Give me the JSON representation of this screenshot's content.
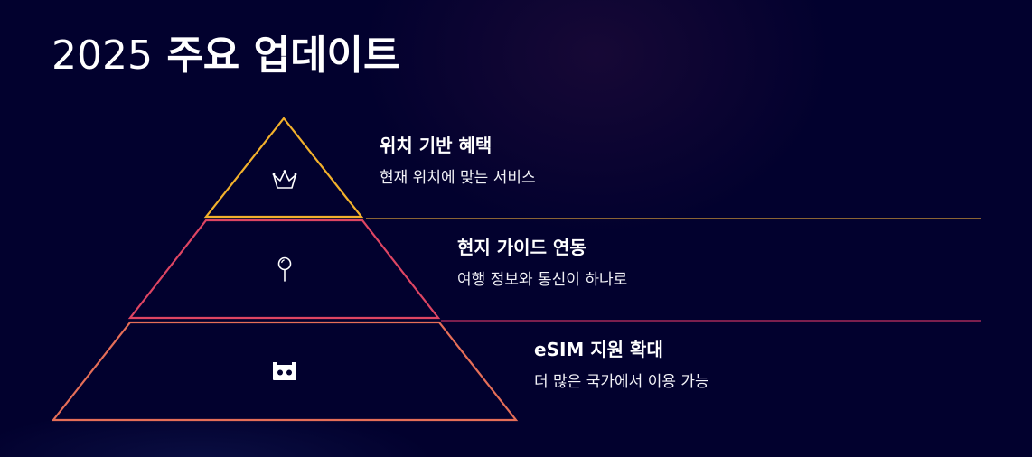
{
  "header": {
    "year": "2025",
    "title_rest": "주요 업데이트"
  },
  "colors": {
    "background": "#02012e",
    "level_1": "#f2b12c",
    "level_2": "#de4563",
    "level_3": "#e56e58",
    "divider_1": "#8a6434",
    "divider_2": "#7b1f4e",
    "text": "#ffffff"
  },
  "pyramid": {
    "levels": [
      {
        "title": "위치 기반 혜택",
        "description": "현재 위치에 맞는 서비스",
        "icon": "crown-icon"
      },
      {
        "title": "현지 가이드 연동",
        "description": "여행 정보와 통신이 하나로",
        "icon": "map-pin-icon"
      },
      {
        "title": "eSIM 지원 확대",
        "description": "더 많은 국가에서 이용 가능",
        "icon": "sim-card-icon"
      }
    ]
  }
}
